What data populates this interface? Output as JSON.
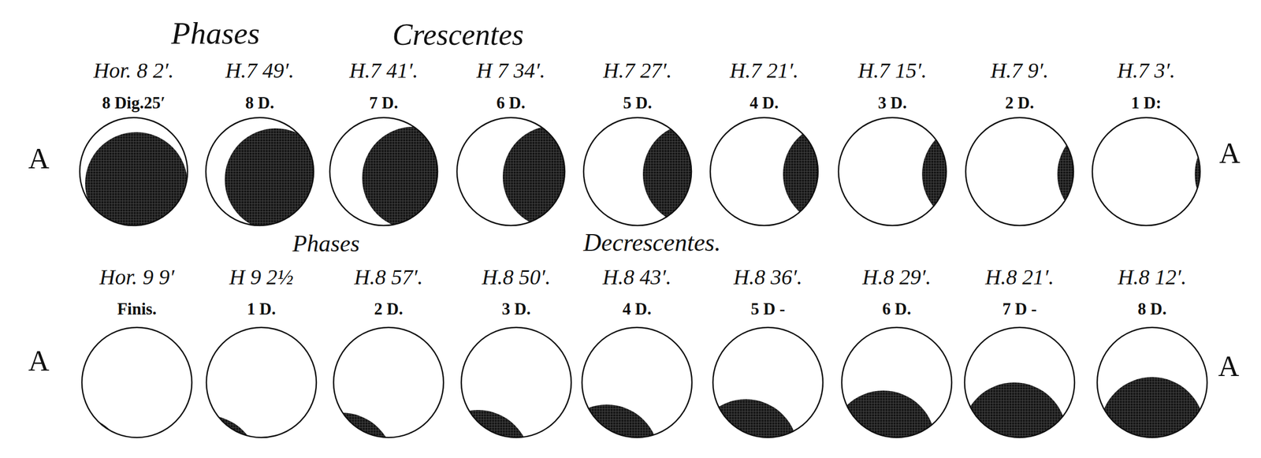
{
  "diagram": {
    "labels": [
      "Phases",
      "Crescentes",
      "Hor. 8 2′.",
      "H.7 49′.",
      "H.7 41′.",
      "H 7 34′.",
      "H.7 27′.",
      "H.7 21′.",
      "H.7 15′.",
      "H.7 9′.",
      "H.7 3′.",
      "8 Dig.25′",
      "8 D.",
      "7 D.",
      "6 D.",
      "5 D.",
      "4 D.",
      "3 D.",
      "2 D.",
      "1 D:",
      "A",
      "A",
      "Phases",
      "Decrescentes.",
      "Hor. 9 9′",
      "H 9 2½",
      "H.8 57′.",
      "H.8 50′.",
      "H.8 43′.",
      "H.8 36′.",
      "H.8 29′.",
      "H.8 21′.",
      "H.8 12′.",
      "Finis.",
      "1 D.",
      "2 D.",
      "3 D.",
      "4 D.",
      "5 D -",
      "6 D.",
      "7 D -",
      "8 D.",
      "A",
      "A"
    ]
  }
}
